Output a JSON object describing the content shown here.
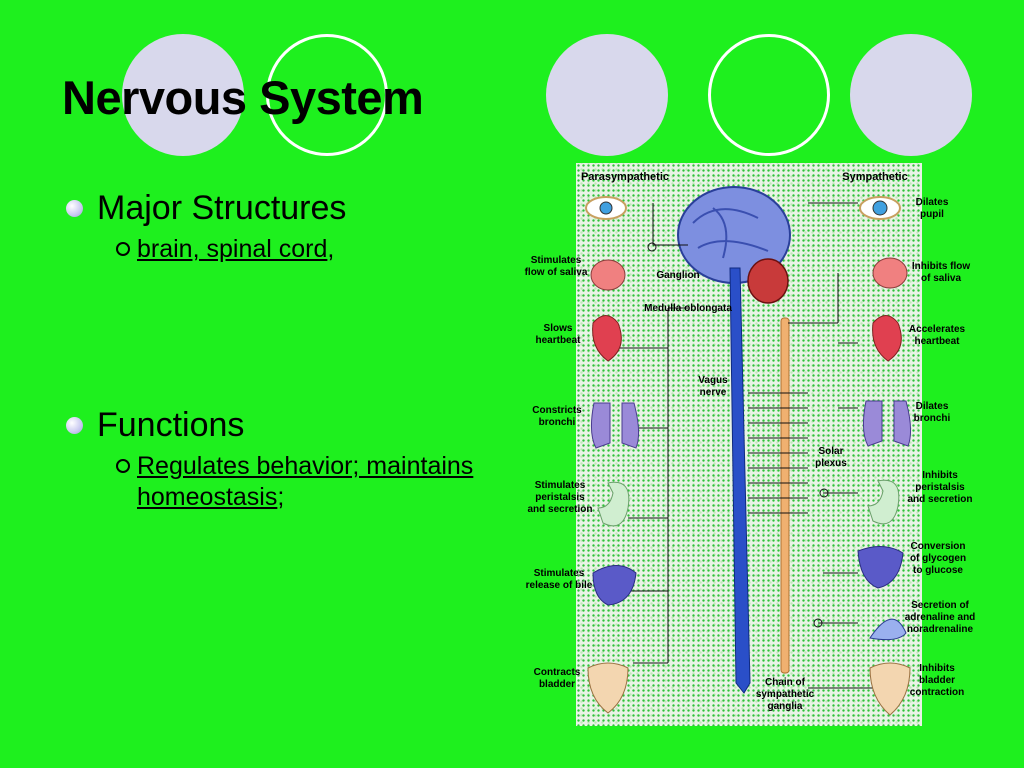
{
  "slide": {
    "title": "Nervous System",
    "bullets": [
      {
        "label": "Major Structures",
        "sub": {
          "linked": "brain, spinal cord",
          "tail": ","
        }
      },
      {
        "label": "Functions",
        "sub": {
          "linked": "Regulates behavior; maintains homeostasis",
          "tail": ";"
        }
      }
    ]
  },
  "diagram": {
    "headers": {
      "left": "Parasympathetic",
      "right": "Sympathetic"
    },
    "center_labels": {
      "ganglion": "Ganglion",
      "medulla": "Medulla oblongata",
      "vagus": "Vagus\nnerve",
      "solar": "Solar\nplexus",
      "chain": "Chain of\nsympathetic\nganglia"
    },
    "left_labels": [
      "Stimulates\nflow of saliva",
      "Slows\nheartbeat",
      "Constricts\nbronchi",
      "Stimulates\nperistalsis\nand secretion",
      "Stimulates\nrelease of bile",
      "Contracts\nbladder"
    ],
    "right_labels": [
      "Dilates\npupil",
      "Inhibits flow\nof saliva",
      "Accelerates\nheartbeat",
      "Dilates\nbronchi",
      "Inhibits\nperistalsis\nand secretion",
      "Conversion\nof glycogen\nto glucose",
      "Secretion of\nadrenaline and\nnoradrenaline",
      "Inhibits\nbladder\ncontraction"
    ]
  },
  "colors": {
    "background": "#1ef01e",
    "decor_circle": "#d8d8ec",
    "spinal_cord": "#2a4fc8",
    "sympathetic_chain": "#f0b070"
  }
}
